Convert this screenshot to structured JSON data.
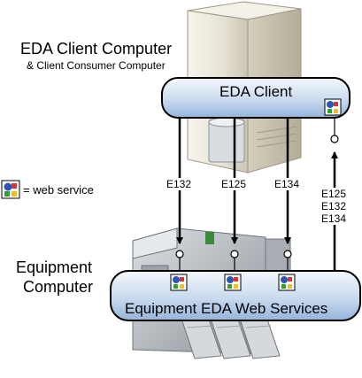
{
  "client_computer": {
    "title": "EDA Client Computer",
    "subtitle": "& Client Consumer Computer"
  },
  "eda_client_bar": {
    "label": "EDA Client"
  },
  "legend": {
    "text": "= web service",
    "icon": "web-service-icon"
  },
  "equipment_computer": {
    "line1": "Equipment",
    "line2": "Computer"
  },
  "equipment_bar": {
    "label": "Equipment EDA Web Services"
  },
  "flows": {
    "down": [
      "E132",
      "E125",
      "E134"
    ],
    "up": [
      "E125",
      "E132",
      "E134"
    ]
  },
  "colors": {
    "bar_fill_top": "#eef4fb",
    "bar_fill_bottom": "#9bb9dc",
    "bar_stroke": "#000000",
    "server_body": "#e7e3d6",
    "equipment_body": "#b9bdc1"
  }
}
